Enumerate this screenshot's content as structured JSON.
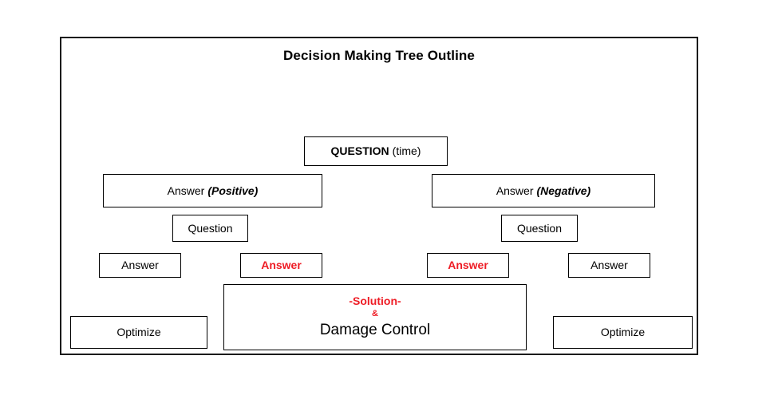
{
  "diagram": {
    "title": "Decision Making Tree Outline",
    "accent_red": "#ee1c25",
    "text_black": "#000000",
    "border_color": "#000000",
    "frame_border_color": "#1a1a1a",
    "background": "#ffffff",
    "nodes": {
      "question_root": {
        "label_bold": "QUESTION",
        "label_regular": "(time)"
      },
      "answer_positive": {
        "label_regular": "Answer",
        "label_emphasis": "(Positive)"
      },
      "answer_negative": {
        "label_regular": "Answer",
        "label_emphasis": "(Negative)"
      },
      "question_left": {
        "label": "Question"
      },
      "question_right": {
        "label": "Question"
      },
      "answer_1": {
        "label": "Answer",
        "color": "black"
      },
      "answer_2": {
        "label": "Answer",
        "color": "red"
      },
      "answer_3": {
        "label": "Answer",
        "color": "red"
      },
      "answer_4": {
        "label": "Answer",
        "color": "black"
      },
      "solution": {
        "line1": "-Solution-",
        "line2": "&",
        "line3": "Damage Control"
      },
      "optimize_left": {
        "label": "Optimize"
      },
      "optimize_right": {
        "label": "Optimize"
      }
    }
  }
}
